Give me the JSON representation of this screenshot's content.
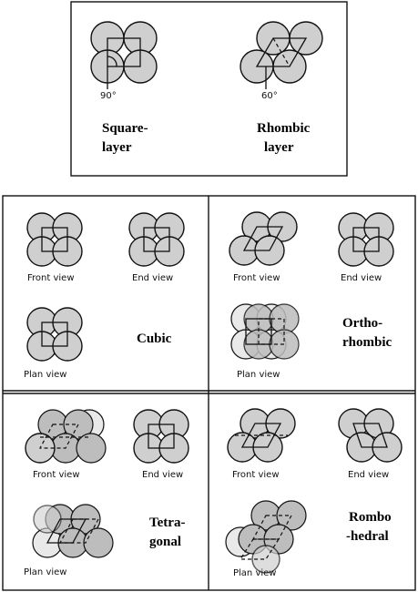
{
  "top_panel": {
    "square_angle": "90°",
    "rhombic_angle": "60°",
    "square_title_1": "Square-",
    "square_title_2": "layer",
    "rhombic_title_1": "Rhombic",
    "rhombic_title_2": "layer"
  },
  "cubic": {
    "front": "Front view",
    "end": "End view",
    "plan": "Plan view",
    "title": "Cubic"
  },
  "ortho": {
    "front": "Front view",
    "end": "End view",
    "plan": "Plan view",
    "title_1": "Ortho-",
    "title_2": "rhombic"
  },
  "tetra": {
    "front": "Front view",
    "end": "End view",
    "plan": "Plan view",
    "title_1": "Tetra-",
    "title_2": "gonal"
  },
  "rombo": {
    "front": "Front view",
    "end": "End view",
    "plan": "Plan view",
    "title_1": "Rombo",
    "title_2": "-hedral"
  }
}
